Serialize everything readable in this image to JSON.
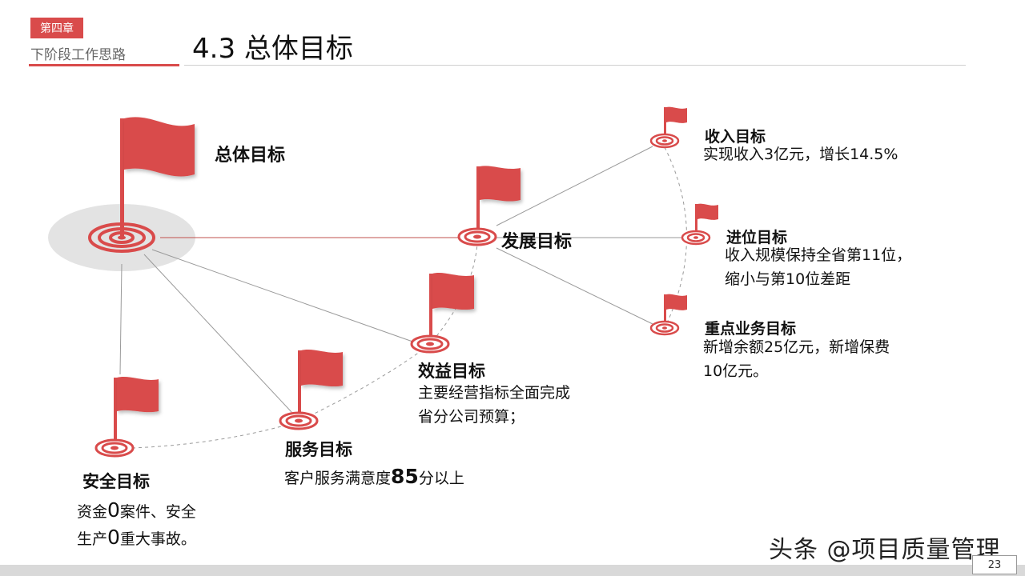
{
  "header": {
    "chapter": "第四章",
    "chapter_sub": "下阶段工作思路",
    "title": "4.3 总体目标"
  },
  "nodes": {
    "overall": {
      "label": "总体目标"
    },
    "development": {
      "label": "发展目标"
    },
    "benefit": {
      "label": "效益目标",
      "desc_line1": "主要经营指标全面完成",
      "desc_line2": "省分公司预算；"
    },
    "service": {
      "label": "服务目标",
      "desc_prefix": "客户服务满意度",
      "desc_num": "85",
      "desc_suffix": "分以上"
    },
    "safety": {
      "label": "安全目标",
      "line1_pre": "资金",
      "line1_num": "0",
      "line1_post": "案件、安全",
      "line2_pre": "生产",
      "line2_num": "0",
      "line2_post": "重大事故。"
    },
    "income": {
      "label": "收入目标",
      "desc": "实现收入3亿元，增长14.5%"
    },
    "rank": {
      "label": "进位目标",
      "desc_line1": "收入规模保持全省第11位，",
      "desc_line2": "缩小与第10位差距"
    },
    "key_business": {
      "label": "重点业务目标",
      "desc_line1": "新增余额25亿元，新增保费",
      "desc_line2": "10亿元。"
    }
  },
  "footer": {
    "watermark": "头条 @项目质量管理",
    "page": "23"
  },
  "colors": {
    "accent": "#d94b4b",
    "line": "#9a9a9a",
    "halo": "#e3e3e3"
  }
}
